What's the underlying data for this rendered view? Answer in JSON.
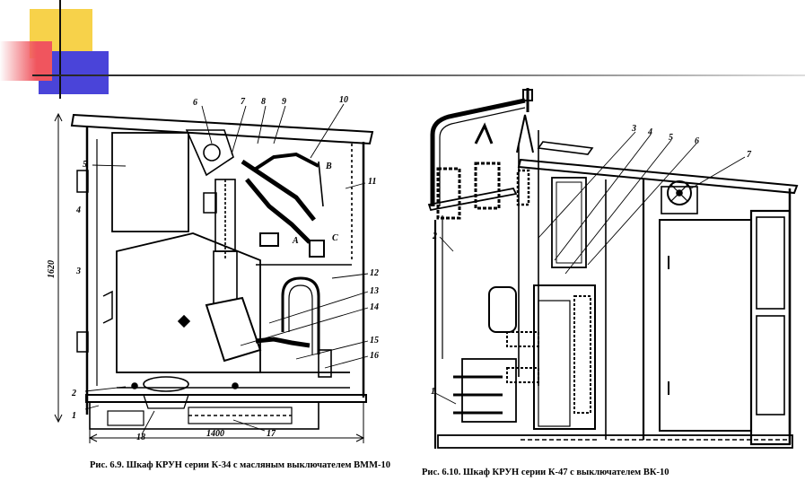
{
  "figure_left": {
    "caption": "Рис. 6.9. Шкаф КРУН серии К-34 с масляным выключателем ВММ-10",
    "dimension_height": "1620",
    "dimension_width": "1400",
    "labels": [
      "1",
      "2",
      "3",
      "4",
      "5",
      "6",
      "7",
      "8",
      "9",
      "10",
      "11",
      "12",
      "13",
      "14",
      "15",
      "16",
      "17",
      "18",
      "A",
      "B",
      "C"
    ]
  },
  "figure_right": {
    "caption": "Рис. 6.10. Шкаф КРУН серии К-47 с выключателем ВК-10",
    "labels": [
      "1",
      "2",
      "3",
      "4",
      "5",
      "6",
      "7"
    ]
  },
  "decoration": {
    "yellow": "#f7d24a",
    "blue": "#4a44d9",
    "red": "#f0555e"
  }
}
